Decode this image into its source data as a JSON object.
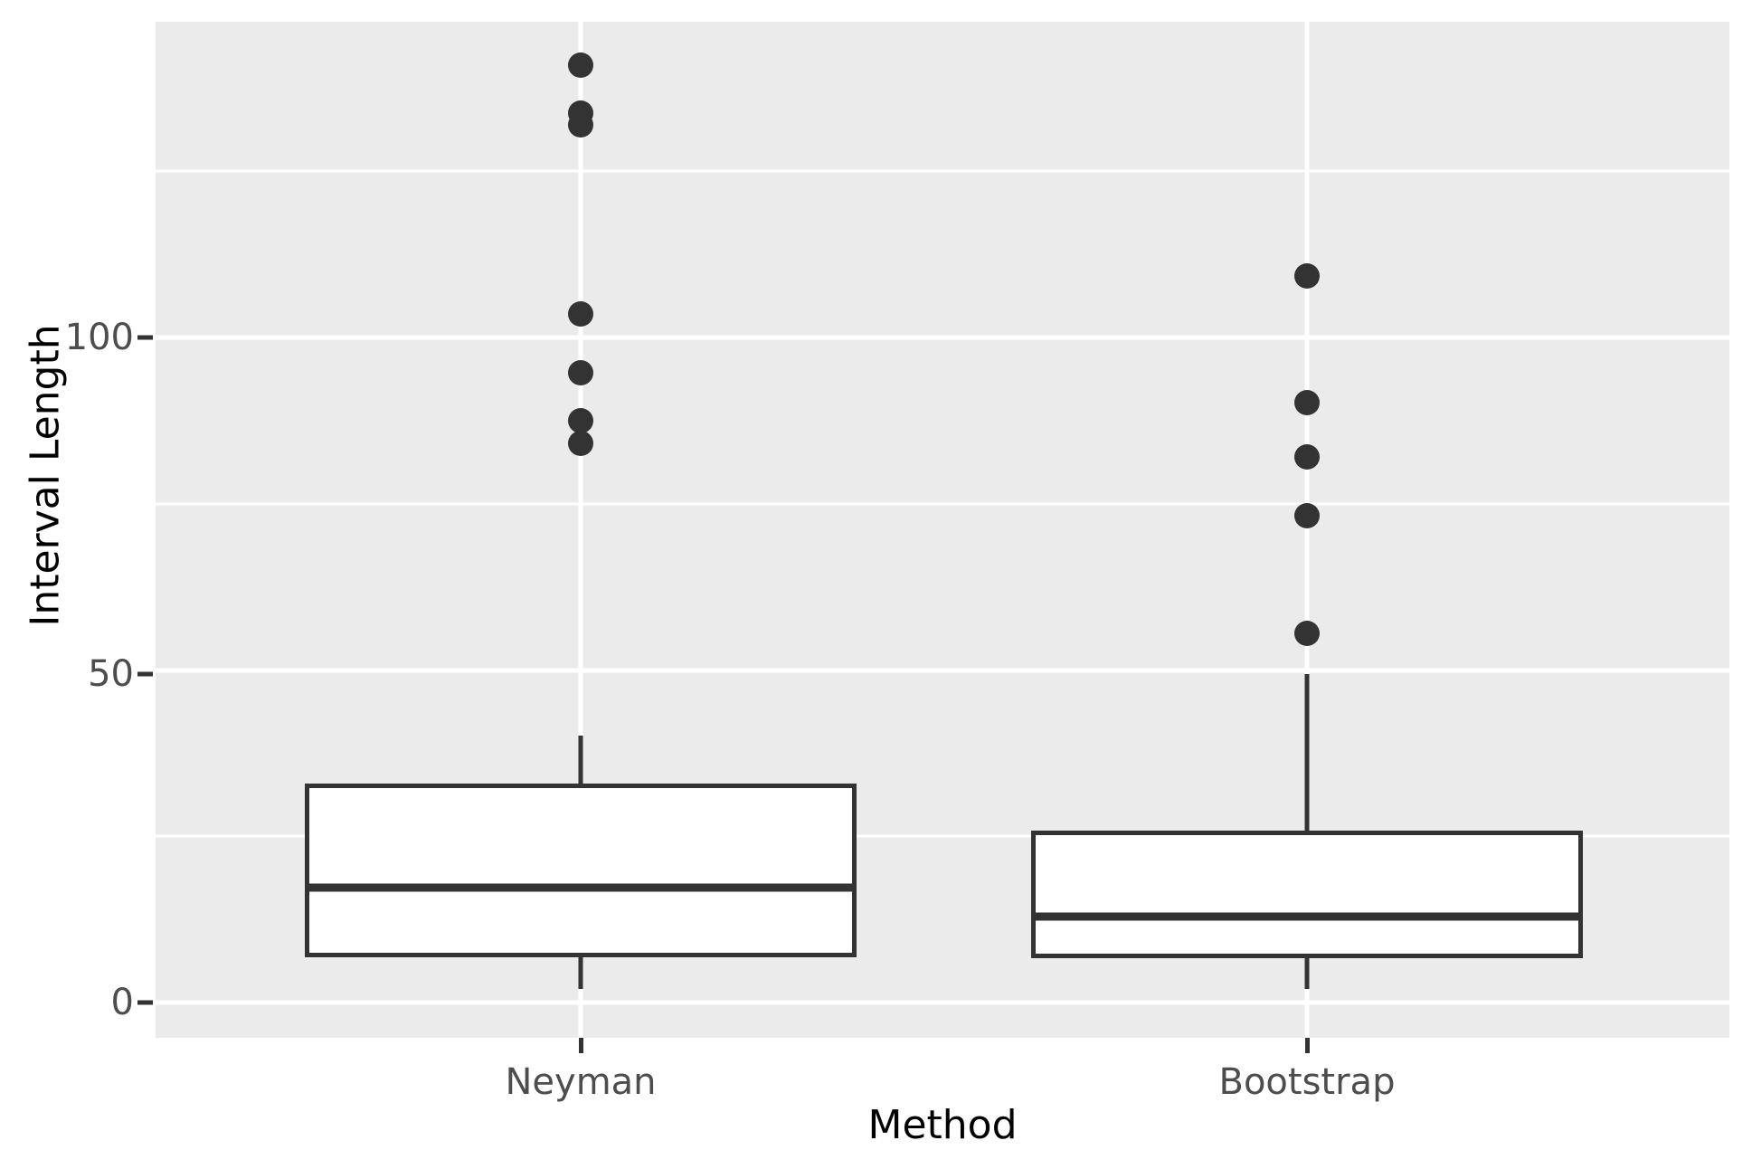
{
  "chart_data": {
    "type": "boxplot",
    "title": "",
    "xlabel": "Method",
    "ylabel": "Interval Length",
    "categories": [
      "Neyman",
      "Bootstrap"
    ],
    "y_ticks": [
      0,
      50,
      100
    ],
    "y_tick_labels": [
      "0",
      "50",
      "100"
    ],
    "y_minor_ticks": [
      25,
      75,
      125
    ],
    "ylim": [
      -4.8,
      148
    ],
    "grid": true,
    "legend": "none",
    "panel_background": "#ebebeb",
    "gridline_color": "#ffffff",
    "ink_color": "#333333",
    "box_fill": "#ffffff",
    "series": [
      {
        "name": "Neyman",
        "x_position": 1,
        "whisker_low": 2.0,
        "q1": 6.8,
        "median": 17.3,
        "q3": 32.9,
        "whisker_high": 40.1,
        "outliers": [
          141.0,
          133.8,
          132.0,
          103.5,
          94.7,
          87.5,
          84.1
        ]
      },
      {
        "name": "Bootstrap",
        "x_position": 2,
        "whisker_low": 2.0,
        "q1": 6.7,
        "median": 12.9,
        "q3": 25.9,
        "whisker_high": 49.4,
        "outliers": [
          109.3,
          90.2,
          82.0,
          73.2,
          55.5
        ]
      }
    ]
  },
  "axes": {
    "y_title": "Interval Length",
    "x_title": "Method",
    "y_tick_labels": [
      "100",
      "50",
      "0"
    ],
    "x_tick_labels": [
      "Neyman",
      "Bootstrap"
    ]
  }
}
